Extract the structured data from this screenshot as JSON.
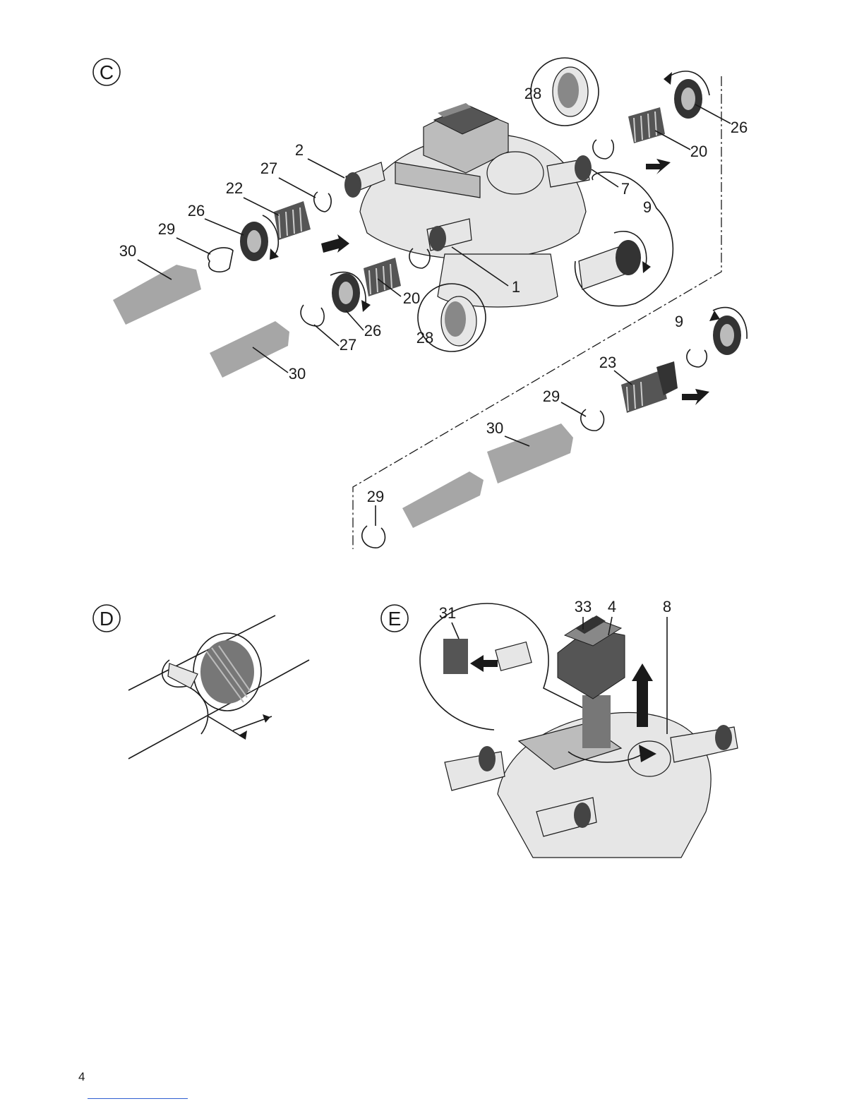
{
  "sections": {
    "c": "C",
    "d": "D",
    "e": "E"
  },
  "callouts_c": [
    "2",
    "27",
    "22",
    "26",
    "29",
    "30",
    "20",
    "1",
    "28",
    "26",
    "27",
    "30",
    "28",
    "20",
    "26",
    "7",
    "9",
    "9",
    "23",
    "29",
    "30",
    "29"
  ],
  "callouts_e": [
    "31",
    "33",
    "4",
    "8"
  ],
  "page_number": "4"
}
